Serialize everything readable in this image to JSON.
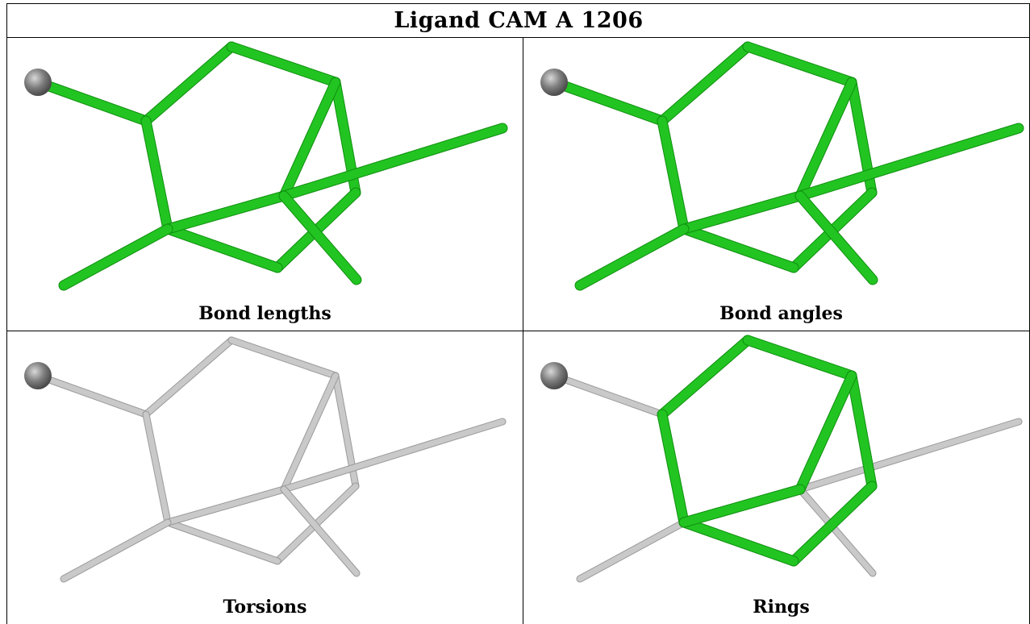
{
  "title": "Ligand CAM A 1206",
  "panels": [
    {
      "caption": "Bond lengths",
      "mode": "all-green"
    },
    {
      "caption": "Bond angles",
      "mode": "all-green"
    },
    {
      "caption": "Torsions",
      "mode": "all-gray"
    },
    {
      "caption": "Rings",
      "mode": "rings-green"
    }
  ],
  "colors": {
    "highlight": "#22c421",
    "highlight_edge": "#0f8f10",
    "dim": "#c9c9c9",
    "dim_edge": "#9a9a9a",
    "atom": "#7d7d7d"
  }
}
